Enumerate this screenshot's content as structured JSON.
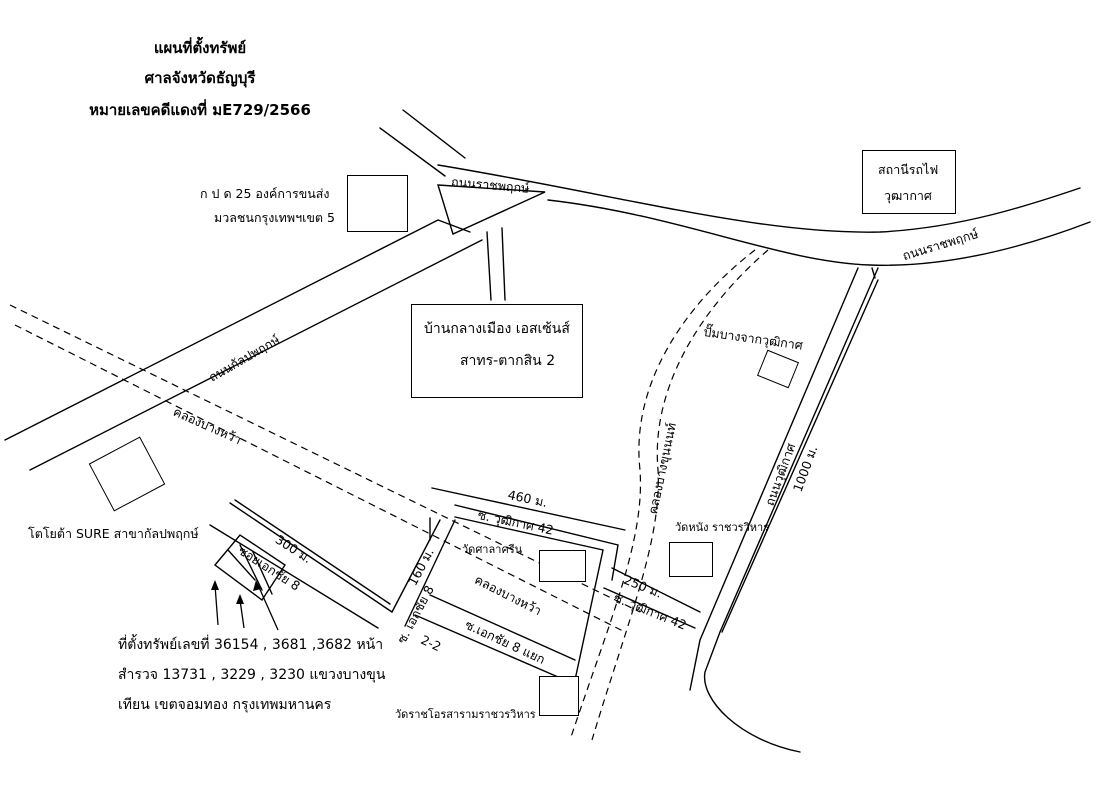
{
  "header": {
    "line1": "แผนที่ตั้งทรัพย์",
    "line2": "ศาลจังหวัดธัญบุรี",
    "line3": "หมายเลขคดีแดงที่ มE729/2566"
  },
  "landmarks": {
    "bus_depot_1": "ก ป ด 25 องค์การขนส่ง",
    "bus_depot_2": "มวลชนกรุงเทพฯเขต 5",
    "station_1": "สถานีรถไฟ",
    "station_2": "วุฒากาศ",
    "project_1": "บ้านกลางเมือง เอสเซ้นส์",
    "project_2": "สาทร-ตากสิน 2",
    "gas_station": "ปั๊มบางจากวุฒิกาศ",
    "toyota": "โตโยต้า SURE สาขากัลปพฤกษ์",
    "wat_salakrin": "วัดศาลาครีน",
    "wat_nang": "วัดหนัง ราชวรวิหาร",
    "wat_ratcho": "วัดราชโอรสารามราชวรวิหาร"
  },
  "roads": {
    "ratchaphruek_top": "ถนนราชพฤกษ์",
    "ratchaphruek_right": "ถนนราชพฤกษ์",
    "kanlapaphruek": "ถนนกัลปพฤกษ์",
    "wutthakat": "ถนนวุฒิกาศ",
    "wutthakat_dist": "1000 ม.",
    "soi_ekkachai8": "ซอยเอกชัย 8",
    "soi_ekkachai8_dist": "300 ม.",
    "soi_ekkachai8_b": "ซ. เอกชัย 8",
    "soi_ekkachai8_b_dist": "160 ม.",
    "soi_wutthakat42": "ซ. วุฒิกาศ 42",
    "soi_wutthakat42_dist": "460 ม.",
    "soi_wutthakat42_b": "ซ. วุฒิกาศ 42",
    "soi_wutthakat42_b_dist": "250 ม.",
    "soi_ekkachai8_yaek": "ซ.เอกชัย 8 แยก",
    "soi_ekkachai8_yaek_num": "2-2"
  },
  "canals": {
    "bang_wa_upper": "คลองบางหว้า",
    "bang_wa_lower": "คลองบางหว้า",
    "bang_khun_non": "คลองบางขุนนนท์"
  },
  "property": {
    "line1": "ที่ตั้งทรัพย์เลขที่ 36154 , 3681 ,3682 หน้า",
    "line2": "สำรวจ 13731 , 3229 , 3230 แขวงบางขุน",
    "line3": "เทียน เขตจอมทอง กรุงเทพมหานคร"
  }
}
